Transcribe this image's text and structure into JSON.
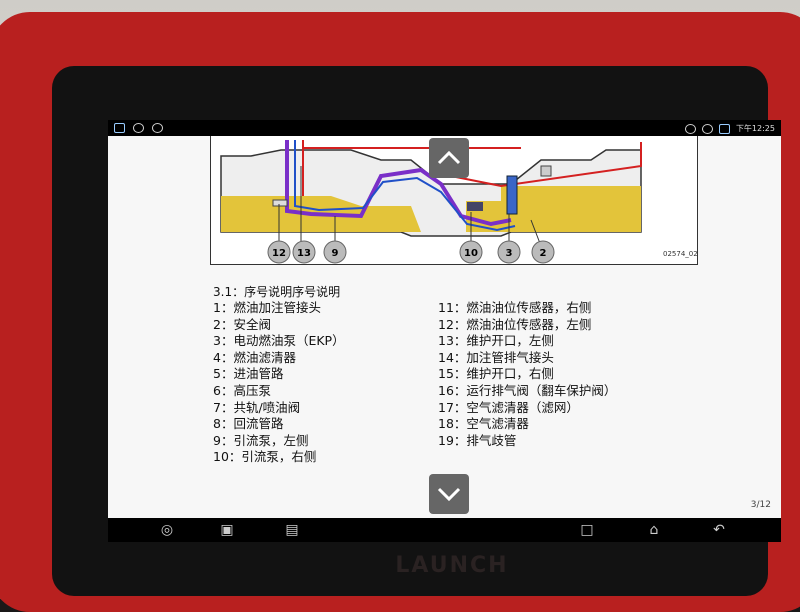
{
  "status": {
    "time": "下午12:25"
  },
  "diagram": {
    "figure_id": "02574_02",
    "callouts": [
      "12",
      "13",
      "9",
      "10",
      "3",
      "2"
    ]
  },
  "legend": {
    "heading": "3.1：序号说明序号说明",
    "left": [
      "1：燃油加注管接头",
      "2：安全阀",
      "3：电动燃油泵（EKP）",
      "4：燃油滤清器",
      "5：进油管路",
      "6：高压泵",
      "7：共轨/喷油阀",
      "8：回流管路",
      "9：引流泵，左侧",
      "10：引流泵，右侧"
    ],
    "right": [
      "11：燃油油位传感器，右侧",
      "12：燃油油位传感器，左侧",
      "13：维护开口，左侧",
      "14：加注管排气接头",
      "15：维护开口，右侧",
      "16：运行排气阀（翻车保护阀）",
      "17：空气滤清器（滤网）",
      "18：空气滤清器",
      "19：排气歧管"
    ]
  },
  "pager": "3/12",
  "device": {
    "brand": "LAUNCH"
  },
  "colors": {
    "fuel": "#e3c43a",
    "line_red": "#d42020",
    "line_purple": "#7a2fc8",
    "line_blue": "#2050c8"
  }
}
